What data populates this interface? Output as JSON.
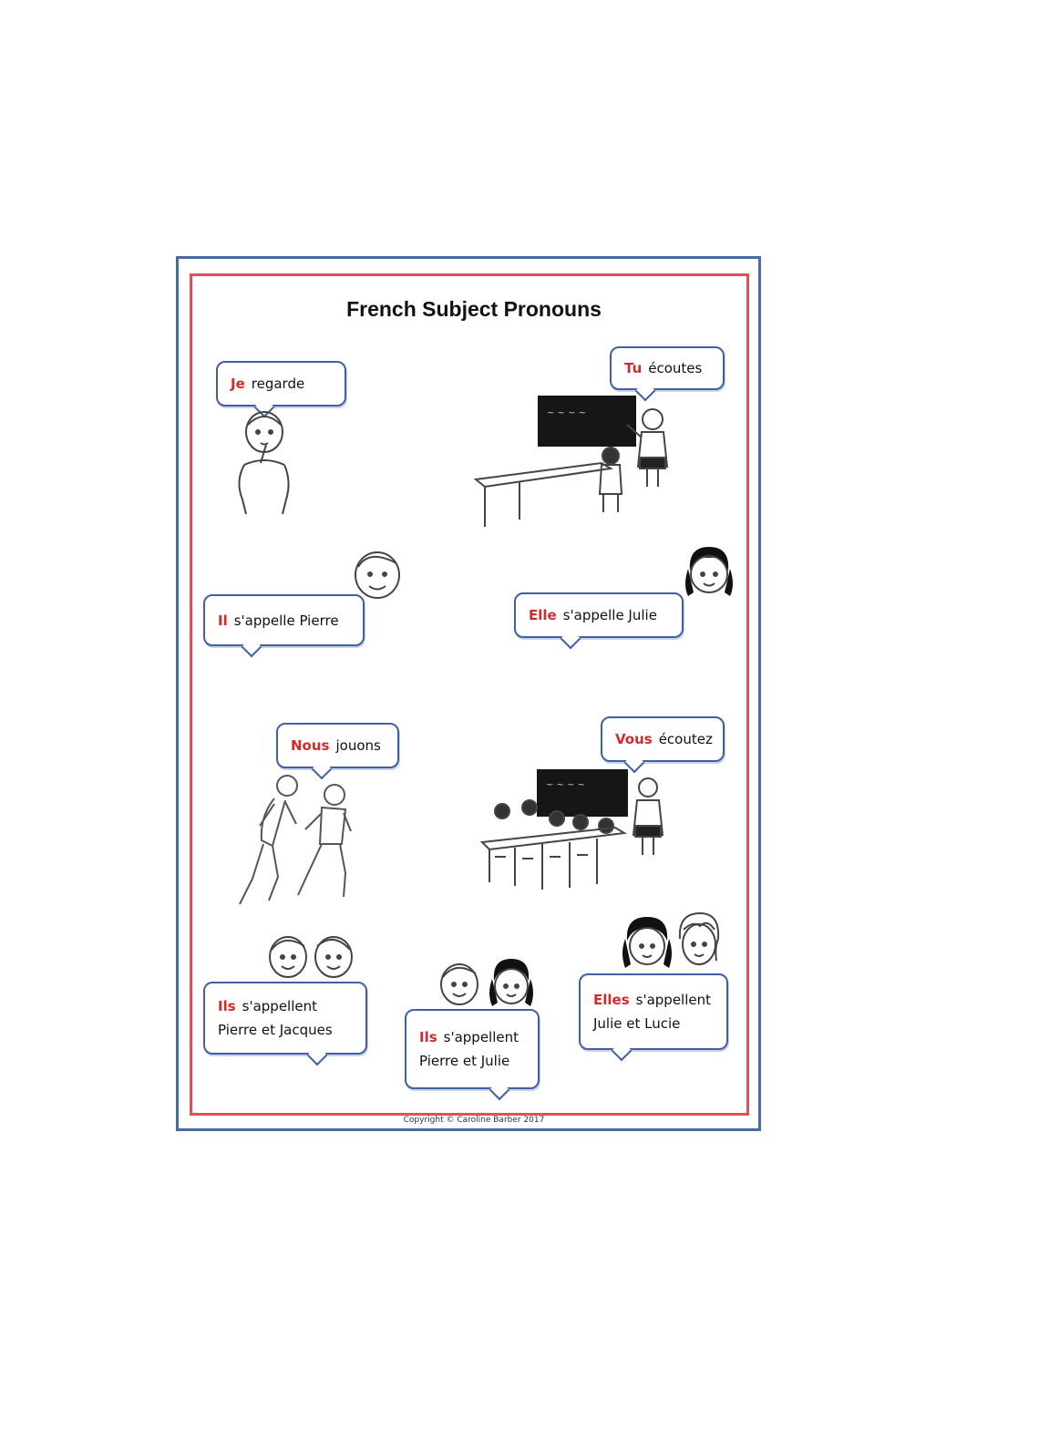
{
  "title": "French Subject Pronouns",
  "bubbles": [
    {
      "pronoun": "Je",
      "rest": "regarde",
      "line2": ""
    },
    {
      "pronoun": "Tu",
      "rest": "écoutes",
      "line2": ""
    },
    {
      "pronoun": "Il",
      "rest": "s'appelle Pierre",
      "line2": ""
    },
    {
      "pronoun": "Elle",
      "rest": "s'appelle Julie",
      "line2": ""
    },
    {
      "pronoun": "Nous",
      "rest": "jouons",
      "line2": ""
    },
    {
      "pronoun": "Vous",
      "rest": "écoutez",
      "line2": ""
    },
    {
      "pronoun": "Ils",
      "rest": "s'appellent",
      "line2": "Pierre et Jacques"
    },
    {
      "pronoun": "Ils",
      "rest": "s'appellent",
      "line2": "Pierre et Julie"
    },
    {
      "pronoun": "Elles",
      "rest": "s'appellent",
      "line2": "Julie et Lucie"
    }
  ],
  "copyright": "Copyright © Caroline Barber 2017",
  "colors": {
    "outer_border": "#4a6aa5",
    "inner_border": "#e0505a",
    "pronoun": "#d42a2a",
    "bubble_border": "#3f5fa8"
  }
}
